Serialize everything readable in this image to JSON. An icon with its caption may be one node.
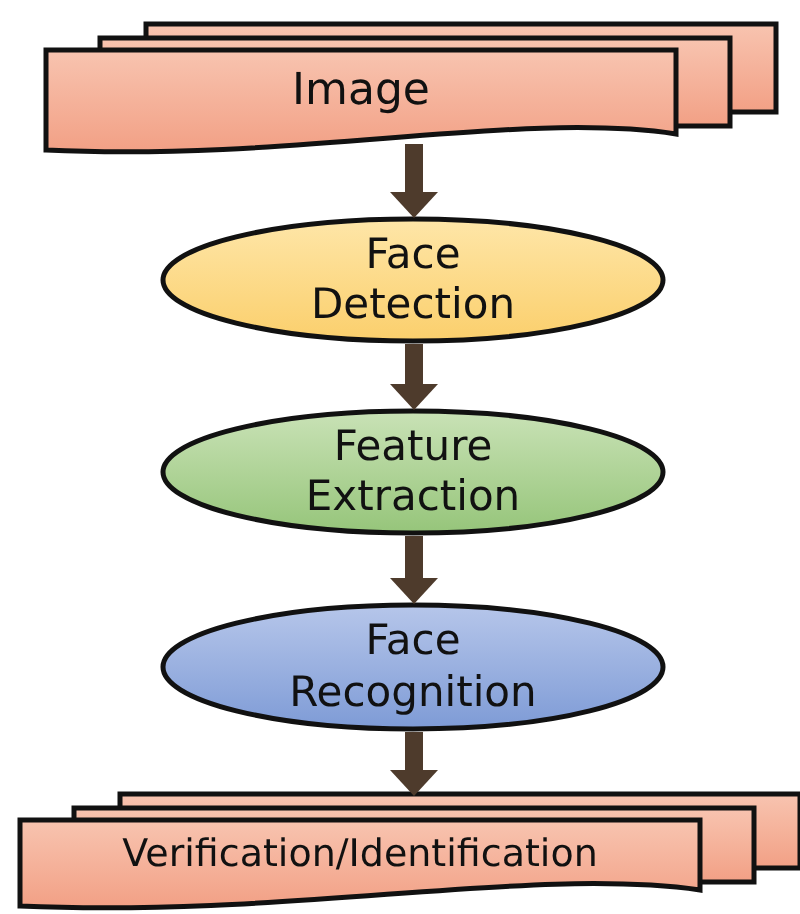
{
  "diagram": {
    "nodes": [
      {
        "text": [
          "Image"
        ]
      },
      {
        "text": [
          "Face Detection"
        ]
      },
      {
        "text": [
          "Feature Extraction"
        ]
      },
      {
        "text": [
          "Face Recognition"
        ]
      },
      {
        "text": [
          "Verification/Identification"
        ]
      }
    ],
    "edges": [
      {
        "from": 0,
        "to": 1,
        "arrow": "to"
      },
      {
        "from": 1,
        "to": 2,
        "arrow": "to"
      },
      {
        "from": 2,
        "to": 3,
        "arrow": "to"
      },
      {
        "from": 3,
        "to": 4,
        "arrow": "to"
      }
    ]
  }
}
